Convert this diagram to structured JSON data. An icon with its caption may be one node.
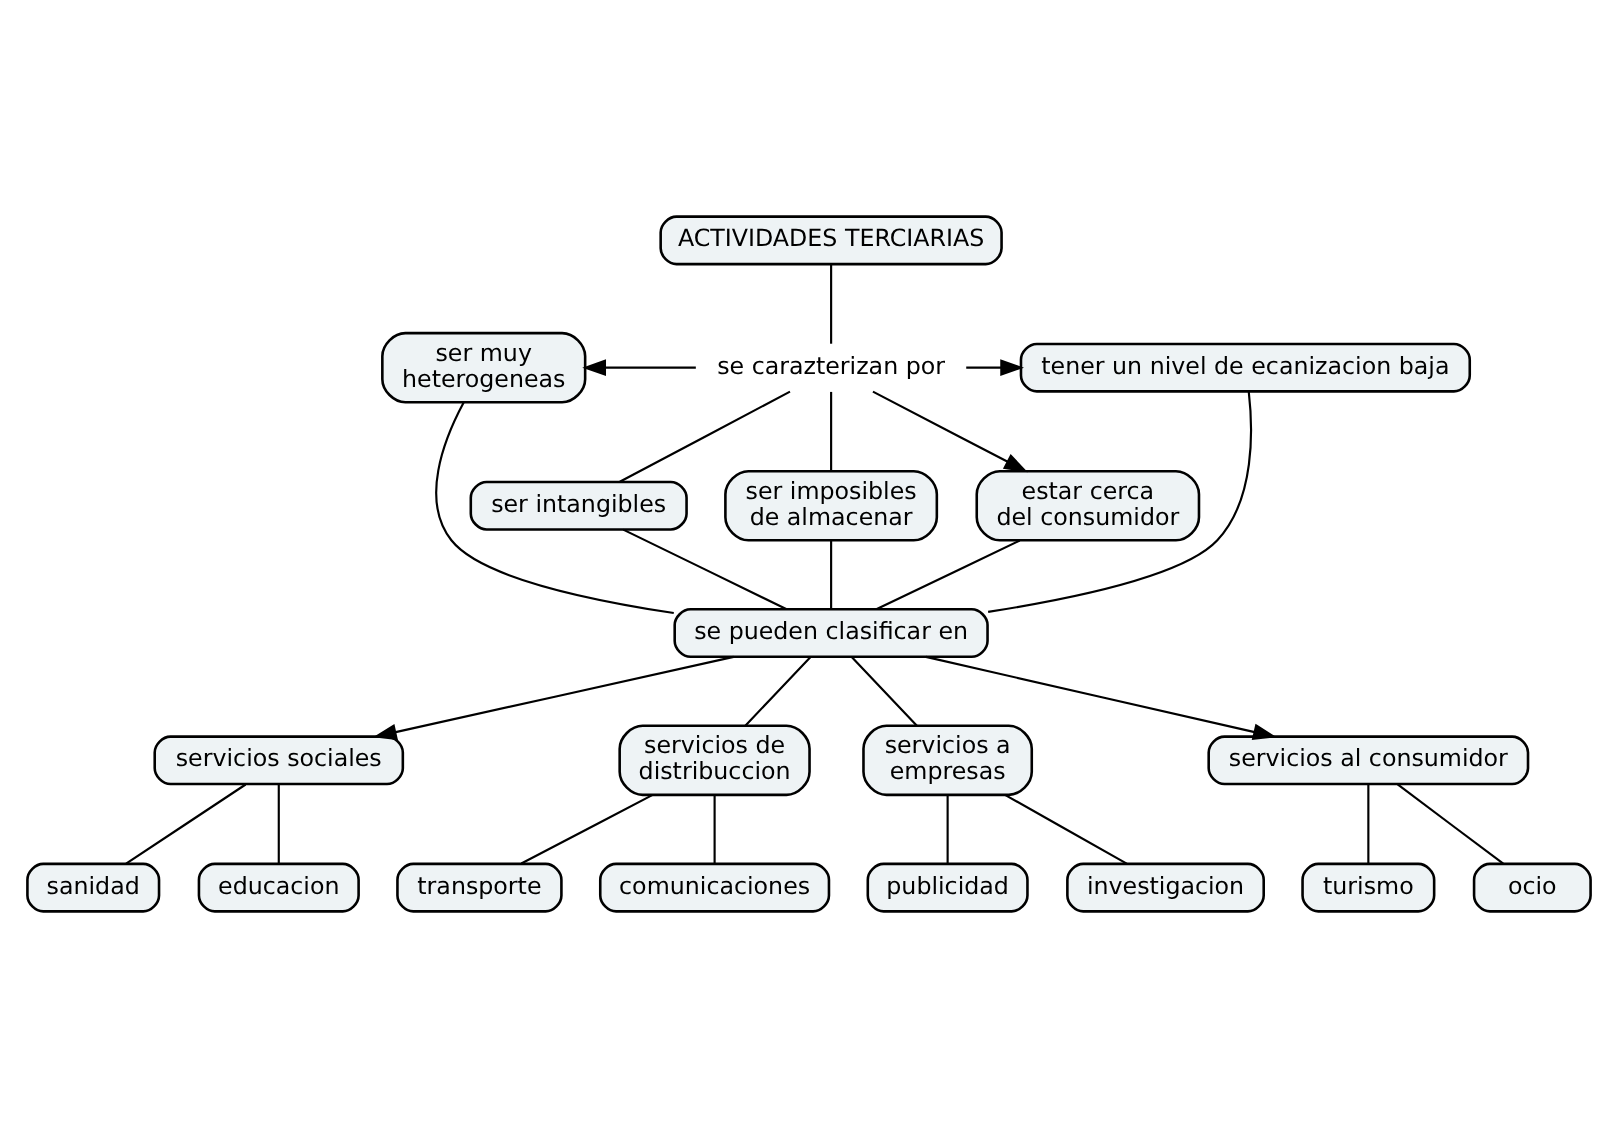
{
  "diagram": {
    "nodes": [
      {
        "text": [
          "ACTIVIDADES TERCIARIAS"
        ]
      },
      {
        "text": [
          "ser muy heterogeneas"
        ]
      },
      {
        "text": [
          "se carazterizan por"
        ]
      },
      {
        "text": [
          "tener un nivel de ecanizacion baja"
        ]
      },
      {
        "text": [
          "ser intangibles"
        ]
      },
      {
        "text": [
          "estar cerca del consumidor"
        ]
      },
      {
        "text": [
          "ser imposibles de almacenar"
        ]
      },
      {
        "text": [
          "se pueden clasificar en"
        ]
      },
      {
        "text": [
          "servicios sociales"
        ]
      },
      {
        "text": [
          "servicios de distribuccion"
        ]
      },
      {
        "text": [
          "servicios a empresas"
        ]
      },
      {
        "text": [
          "servicios al consumidor"
        ]
      },
      {
        "text": [
          "sanidad"
        ]
      },
      {
        "text": [
          "educacion"
        ]
      },
      {
        "text": [
          "transporte"
        ]
      },
      {
        "text": [
          "comunicaciones"
        ]
      },
      {
        "text": [
          "publicidad"
        ]
      },
      {
        "text": [
          "investigacion"
        ]
      },
      {
        "text": [
          "turismo"
        ]
      },
      {
        "text": [
          "ocio"
        ]
      }
    ],
    "edges": [
      {
        "from": 0,
        "to": 2,
        "arrow": "none"
      },
      {
        "from": 2,
        "to": 1,
        "arrow": "to"
      },
      {
        "from": 2,
        "to": 3,
        "arrow": "to"
      },
      {
        "from": 2,
        "to": 4,
        "arrow": "none"
      },
      {
        "from": 2,
        "to": 6,
        "arrow": "none"
      },
      {
        "from": 2,
        "to": 5,
        "arrow": "to"
      },
      {
        "from": 1,
        "to": 7,
        "arrow": "none"
      },
      {
        "from": 4,
        "to": 7,
        "arrow": "none"
      },
      {
        "from": 6,
        "to": 7,
        "arrow": "none"
      },
      {
        "from": 5,
        "to": 7,
        "arrow": "none"
      },
      {
        "from": 3,
        "to": 7,
        "arrow": "none"
      },
      {
        "from": 7,
        "to": 8,
        "arrow": "to"
      },
      {
        "from": 7,
        "to": 9,
        "arrow": "none"
      },
      {
        "from": 7,
        "to": 10,
        "arrow": "none"
      },
      {
        "from": 7,
        "to": 11,
        "arrow": "to"
      },
      {
        "from": 8,
        "to": 12,
        "arrow": "none"
      },
      {
        "from": 8,
        "to": 13,
        "arrow": "none"
      },
      {
        "from": 9,
        "to": 14,
        "arrow": "none"
      },
      {
        "from": 9,
        "to": 15,
        "arrow": "none"
      },
      {
        "from": 10,
        "to": 16,
        "arrow": "none"
      },
      {
        "from": 10,
        "to": 17,
        "arrow": "none"
      },
      {
        "from": 11,
        "to": 18,
        "arrow": "none"
      },
      {
        "from": 11,
        "to": 19,
        "arrow": "none"
      }
    ]
  }
}
